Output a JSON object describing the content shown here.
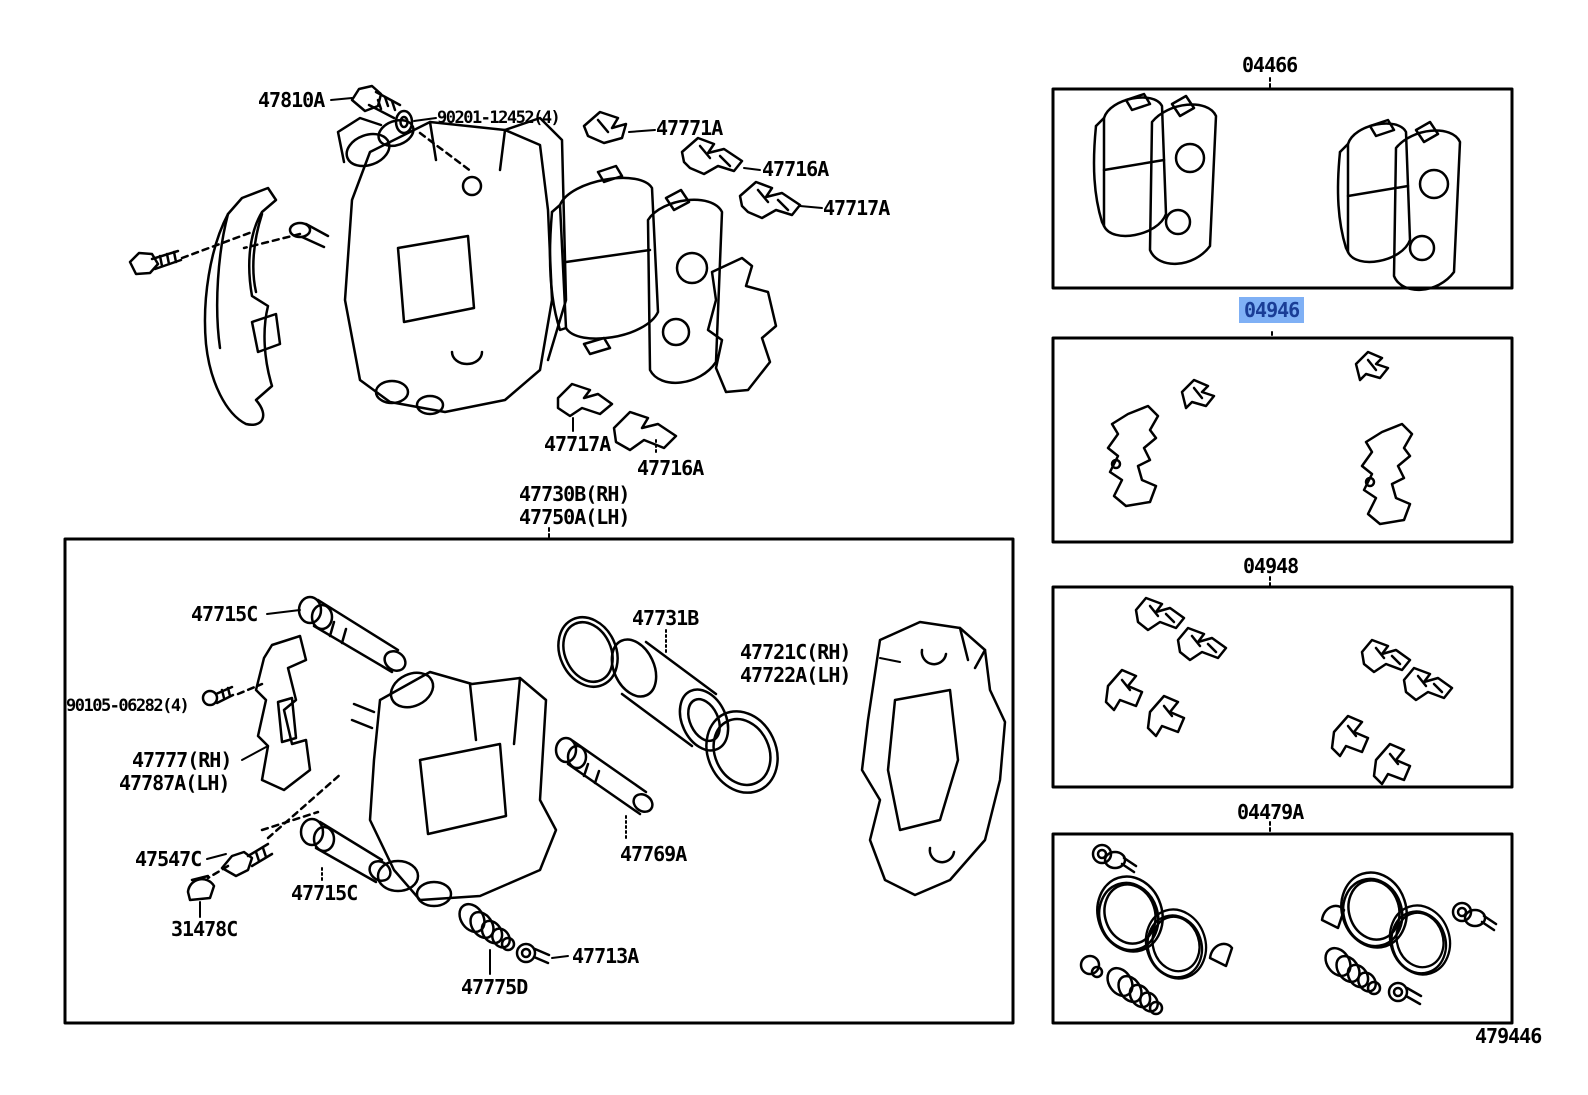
{
  "colors": {
    "background": "#ffffff",
    "line": "#000000",
    "highlight_bg": "#7FB0F5",
    "highlight_text": "#1A3D96"
  },
  "part_labels": {
    "a47810": "47810A",
    "a90201": "90201-12452(4)",
    "a47771": "47771A",
    "a47716_top": "47716A",
    "a47717_top": "47717A",
    "a47717_mid": "47717A",
    "a47716_mid": "47716A",
    "a47730": "47730B(RH)",
    "a47750": "47750A(LH)",
    "a47715_top": "47715C",
    "a90105": "90105-06282(4)",
    "a47777": "47777(RH)",
    "a47787": "47787A(LH)",
    "a47547": "47547C",
    "a31478": "31478C",
    "a47715_bot": "47715C",
    "a47775": "47775D",
    "a47713": "47713A",
    "a47731": "47731B",
    "a47721": "47721C(RH)",
    "a47722": "47722A(LH)",
    "a47769": "47769A"
  },
  "kits": {
    "pads": {
      "code": "04466",
      "highlighted": false
    },
    "shims": {
      "code": "04946",
      "highlighted": true
    },
    "fittings": {
      "code": "04948",
      "highlighted": false
    },
    "cylinders": {
      "code": "04479A",
      "highlighted": false
    }
  },
  "footer": {
    "figure_code": "479446"
  }
}
